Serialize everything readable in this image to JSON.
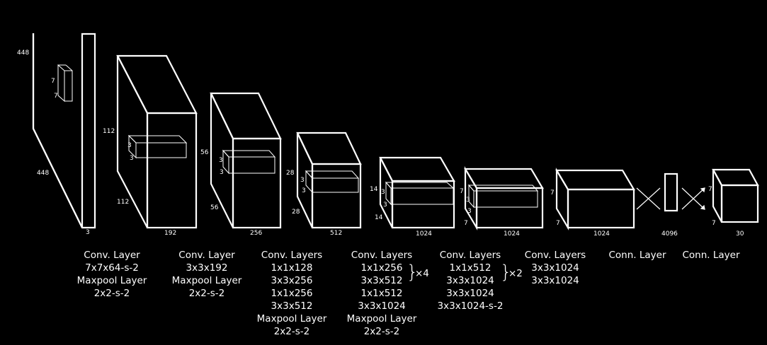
{
  "colors": {
    "background": "#000000",
    "foreground": "#ffffff"
  },
  "dims": {
    "input": {
      "h": "448",
      "w": "448",
      "c": "3",
      "k1": "7",
      "k2": "7"
    },
    "b1": {
      "h": "112",
      "w": "112",
      "c": "192",
      "k1": "3",
      "k2": "3"
    },
    "b2": {
      "h": "56",
      "w": "56",
      "c": "256",
      "k1": "3",
      "k2": "3"
    },
    "b3": {
      "h": "28",
      "w": "28",
      "c": "512",
      "k1": "3",
      "k2": "3"
    },
    "b4": {
      "h": "14",
      "w": "14",
      "c": "1024",
      "k1": "3",
      "k2": "3"
    },
    "b5": {
      "h": "7",
      "w": "7",
      "c": "1024",
      "k1": "3",
      "k2": "3"
    },
    "b6": {
      "h": "7",
      "w": "7",
      "c": "1024"
    },
    "fc": {
      "c": "4096"
    },
    "out": {
      "h": "7",
      "w": "7",
      "c": "30"
    }
  },
  "captions": {
    "c1": [
      "Conv. Layer",
      "7x7x64-s-2",
      "Maxpool Layer",
      "2x2-s-2"
    ],
    "c2": [
      "Conv. Layer",
      "3x3x192",
      "Maxpool Layer",
      "2x2-s-2"
    ],
    "c3": [
      "Conv. Layers",
      "1x1x128",
      "3x3x256",
      "1x1x256",
      "3x3x512",
      "Maxpool Layer",
      "2x2-s-2"
    ],
    "c4": {
      "title": "Conv. Layers",
      "repeat": [
        "1x1x256",
        "3x3x512"
      ],
      "brace": "}",
      "multiplier": "×4",
      "rest": [
        "1x1x512",
        "3x3x1024",
        "Maxpool Layer",
        "2x2-s-2"
      ]
    },
    "c5": {
      "title": "Conv. Layers",
      "repeat": [
        "1x1x512",
        "3x3x1024"
      ],
      "brace": "}",
      "multiplier": "×2",
      "rest": [
        "3x3x1024",
        "3x3x1024-s-2"
      ]
    },
    "c6": [
      "Conv. Layers",
      "3x3x1024",
      "3x3x1024"
    ],
    "c7": [
      "Conn. Layer"
    ],
    "c8": [
      "Conn. Layer"
    ]
  }
}
